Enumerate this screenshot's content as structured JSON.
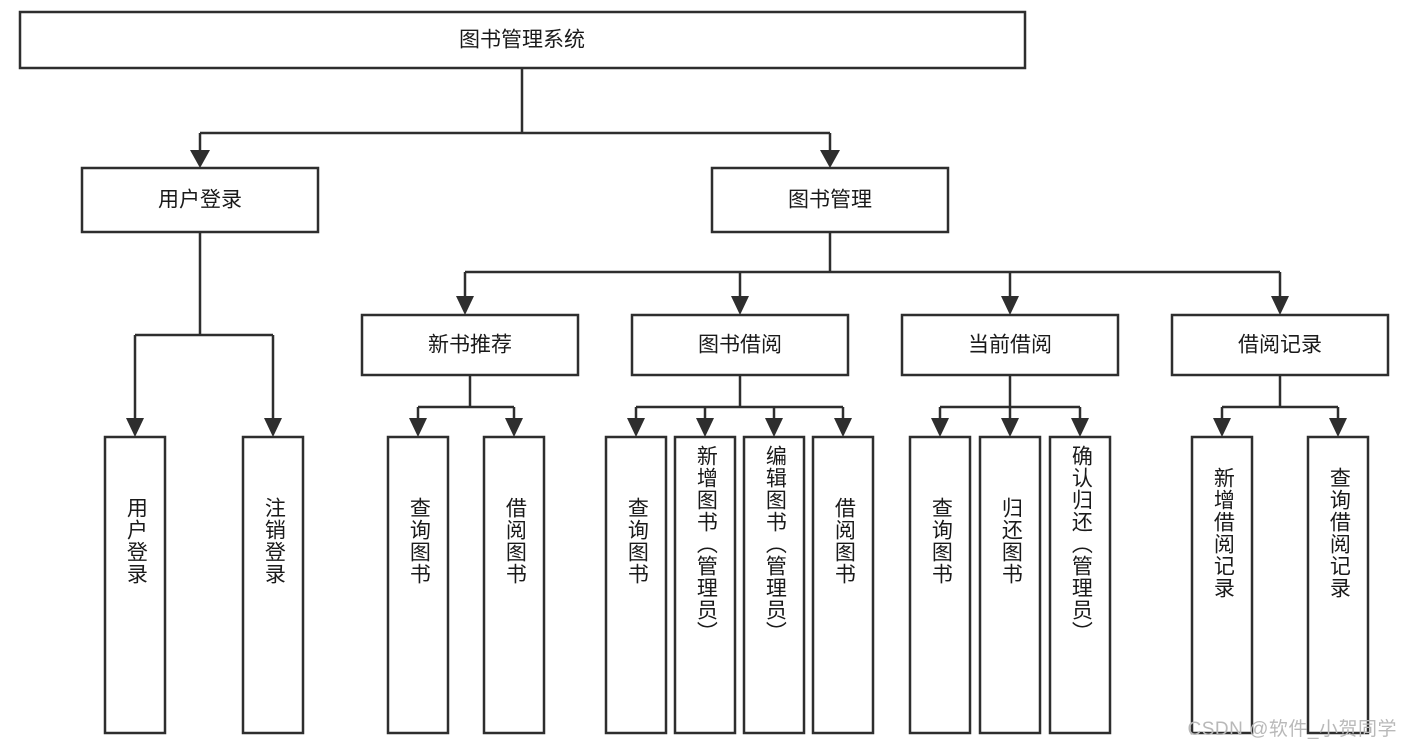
{
  "diagram": {
    "title": "图书管理系统",
    "type": "tree",
    "orientation": "top-down",
    "colors": {
      "stroke": "#2e2e2e",
      "box_fill": "#ffffff",
      "text": "#1a1a1a",
      "background": "#ffffff",
      "watermark": "#b9b9b9"
    },
    "root": {
      "label": "图书管理系统"
    },
    "level2": [
      {
        "label": "用户登录"
      },
      {
        "label": "图书管理"
      }
    ],
    "level3": [
      {
        "label": "新书推荐"
      },
      {
        "label": "图书借阅"
      },
      {
        "label": "当前借阅"
      },
      {
        "label": "借阅记录"
      }
    ],
    "leaves": {
      "user_login": [
        {
          "label": "用户登录"
        },
        {
          "label": "注销登录"
        }
      ],
      "new_book_recommend": [
        {
          "label": "查询图书"
        },
        {
          "label": "借阅图书"
        }
      ],
      "book_borrow": [
        {
          "label": "查询图书"
        },
        {
          "label": "新增图书（管理员）"
        },
        {
          "label": "编辑图书（管理员）"
        },
        {
          "label": "借阅图书"
        }
      ],
      "current_borrow": [
        {
          "label": "查询图书"
        },
        {
          "label": "归还图书"
        },
        {
          "label": "确认归还（管理员）"
        }
      ],
      "borrow_record": [
        {
          "label": "新增借阅记录"
        },
        {
          "label": "查询借阅记录"
        }
      ]
    },
    "watermark": "CSDN @软件_小贺同学"
  }
}
